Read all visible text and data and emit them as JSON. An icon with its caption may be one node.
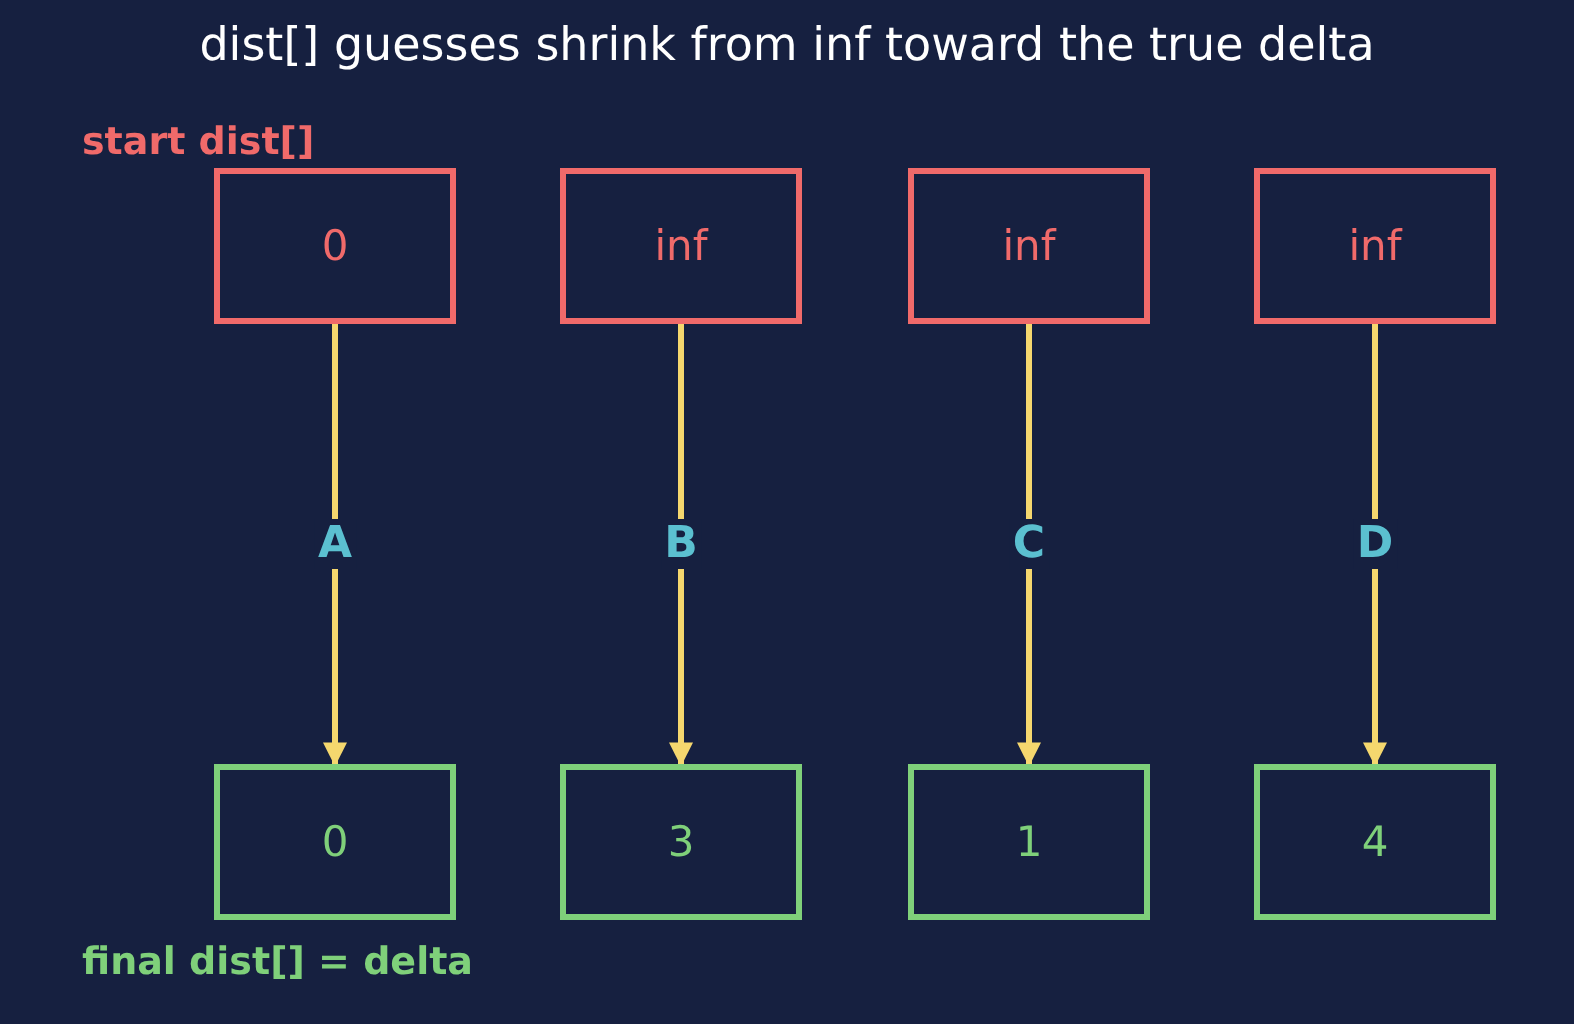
{
  "diagram": {
    "title": "dist[] guesses shrink from inf toward the true delta",
    "nodes": [
      {
        "text": [
          "0"
        ]
      },
      {
        "text": [
          "inf"
        ]
      },
      {
        "text": [
          "inf"
        ]
      },
      {
        "text": [
          "inf"
        ]
      },
      {
        "text": [
          "0"
        ]
      },
      {
        "text": [
          "3"
        ]
      },
      {
        "text": [
          "1"
        ]
      },
      {
        "text": [
          "4"
        ]
      }
    ],
    "edges": [
      {
        "from": 0,
        "to": 4,
        "arrow": "to",
        "label": "A"
      },
      {
        "from": 1,
        "to": 5,
        "arrow": "to",
        "label": "B"
      },
      {
        "from": 2,
        "to": 6,
        "arrow": "to",
        "label": "C"
      },
      {
        "from": 3,
        "to": 7,
        "arrow": "to",
        "label": "D"
      }
    ],
    "labels": [
      "start dist[]",
      "final dist[] = delta"
    ]
  }
}
